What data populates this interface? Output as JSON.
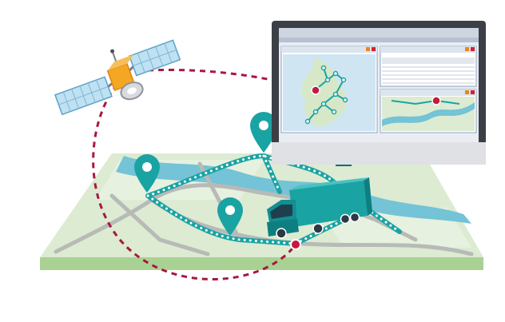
{
  "colors": {
    "map_land": "#d9ead0",
    "map_land_light": "#e8f2e2",
    "map_edge": "#9ec98f",
    "water": "#74c3d6",
    "road": "#b7b9b7",
    "teal": "#1aa3a3",
    "teal_dark": "#0e7f80",
    "route_dots": "#ffffff",
    "tracking_line": "#a8183f",
    "marker_red": "#c5193d",
    "monitor_frame": "#3d3f46",
    "monitor_stand": "#d4d6d9",
    "screen_bg": "#e9edf3",
    "satellite_panel": "#bfe1f2",
    "satellite_body": "#f5a623"
  },
  "icons": {
    "satellite": "satellite-icon",
    "pin": "map-pin-icon",
    "truck": "truck-icon",
    "warehouse": "warehouse-icon",
    "monitor": "monitor-icon"
  },
  "monitor": {
    "panels": [
      "map-panel",
      "table-panel",
      "river-map-panel"
    ]
  }
}
